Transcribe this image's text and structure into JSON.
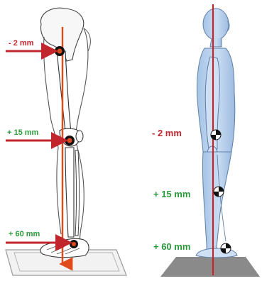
{
  "left_panel": {
    "labels": [
      "- 2 mm",
      "+ 15 mm",
      "+ 60 mm"
    ],
    "label_colors": [
      "#c0262c",
      "#2a9a3a",
      "#2a9a3a"
    ],
    "arrow_color": "#c0262c",
    "reference_line_color": "#e04a1c"
  },
  "right_panel": {
    "labels": [
      "- 2 mm",
      "+ 15 mm",
      "+ 60 mm"
    ],
    "label_colors": [
      "#c0262c",
      "#2a9a3a",
      "#2a9a3a"
    ],
    "reference_line_color": "#d81c1c",
    "body_fill": "#b9d3ee",
    "platform_color": "#8a8a8a"
  }
}
